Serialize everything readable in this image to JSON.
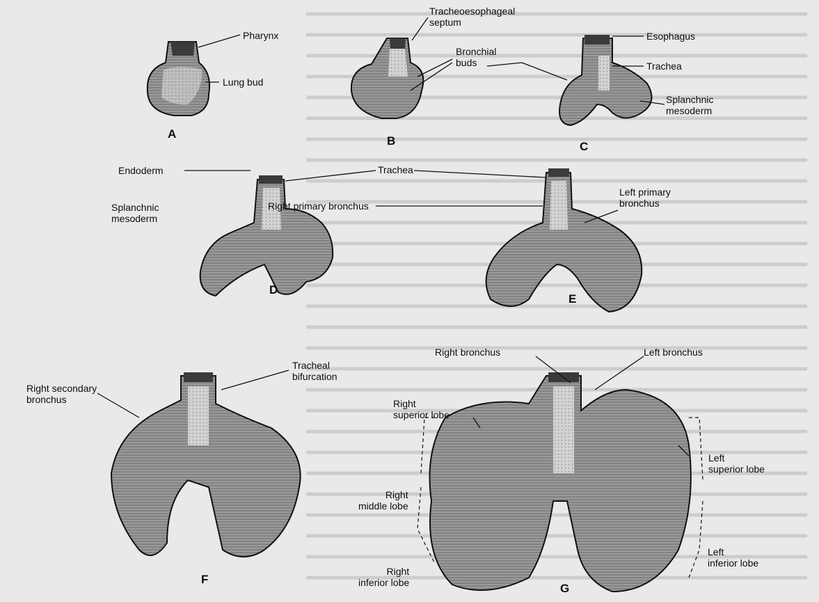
{
  "colors": {
    "page": "#e9e9e9",
    "ink": "#111111",
    "mesoderm": "#9a9a9a",
    "endoderm": "#cfcfcf",
    "lumen": "#3a3a3a"
  },
  "panels": {
    "a": "A",
    "b": "B",
    "c": "C",
    "d": "D",
    "e": "E",
    "f": "F",
    "g": "G"
  },
  "labels": {
    "pharynx": "Pharynx",
    "lung_bud": "Lung bud",
    "tracheoesophageal_septum": "Tracheoesophageal\nseptum",
    "bronchial_buds": "Bronchial\nbuds",
    "esophagus": "Esophagus",
    "trachea_c": "Trachea",
    "splanchnic_mesoderm_c": "Splanchnic\nmesoderm",
    "endoderm": "Endoderm",
    "trachea_de": "Trachea",
    "splanchnic_mesoderm_d": "Splanchnic\nmesoderm",
    "right_primary_bronchus": "Right primary bronchus",
    "left_primary_bronchus": "Left primary\nbronchus",
    "tracheal_bifurcation": "Tracheal\nbifurcation",
    "right_secondary_bronchus": "Right secondary\nbronchus",
    "right_bronchus": "Right bronchus",
    "left_bronchus": "Left bronchus",
    "right_superior_lobe": "Right\nsuperior lobe",
    "right_middle_lobe": "Right\nmiddle lobe",
    "right_inferior_lobe": "Right\ninferior lobe",
    "left_superior_lobe": "Left\nsuperior lobe",
    "left_inferior_lobe": "Left\ninferior lobe"
  }
}
